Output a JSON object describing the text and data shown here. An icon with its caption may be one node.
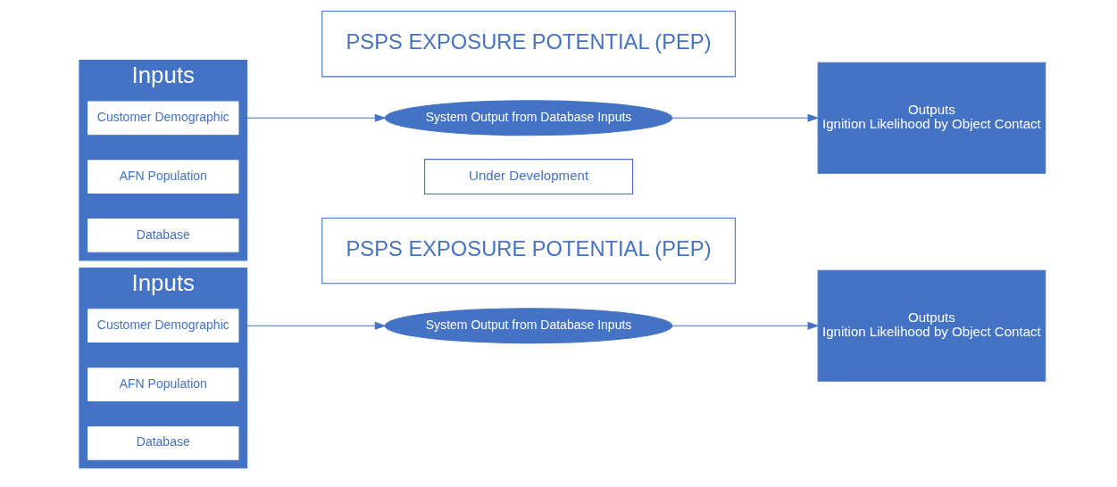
{
  "diagram": {
    "nodes": [
      {
        "text": [
          "Inputs"
        ]
      },
      {
        "text": [
          "Customer Demographic"
        ],
        "in": 0
      },
      {
        "text": [
          "AFN Population"
        ],
        "in": 0
      },
      {
        "text": [
          "Database"
        ],
        "in": 0
      },
      {
        "text": [
          "PSPS EXPOSURE POTENTIAL (PEP)"
        ]
      },
      {
        "text": [
          "System Output from Database Inputs"
        ]
      },
      {
        "text": [
          "Outputs",
          "Ignition Likelihood by Object Contact"
        ]
      },
      {
        "text": [
          "Under Development"
        ]
      },
      {
        "text": [
          "Inputs"
        ]
      },
      {
        "text": [
          "Customer Demographic"
        ],
        "in": 8
      },
      {
        "text": [
          "AFN Population"
        ],
        "in": 8
      },
      {
        "text": [
          "Database"
        ],
        "in": 8
      },
      {
        "text": [
          "PSPS EXPOSURE POTENTIAL (PEP)"
        ]
      },
      {
        "text": [
          "System Output from Database Inputs"
        ]
      },
      {
        "text": [
          "Outputs",
          "Ignition Likelihood by Object Contact"
        ]
      }
    ],
    "edges": [
      {
        "from": 0,
        "to": 5,
        "arrow": "to"
      },
      {
        "from": 5,
        "to": 6,
        "arrow": "to"
      },
      {
        "from": 8,
        "to": 13,
        "arrow": "to"
      },
      {
        "from": 13,
        "to": 14,
        "arrow": "to"
      }
    ]
  }
}
